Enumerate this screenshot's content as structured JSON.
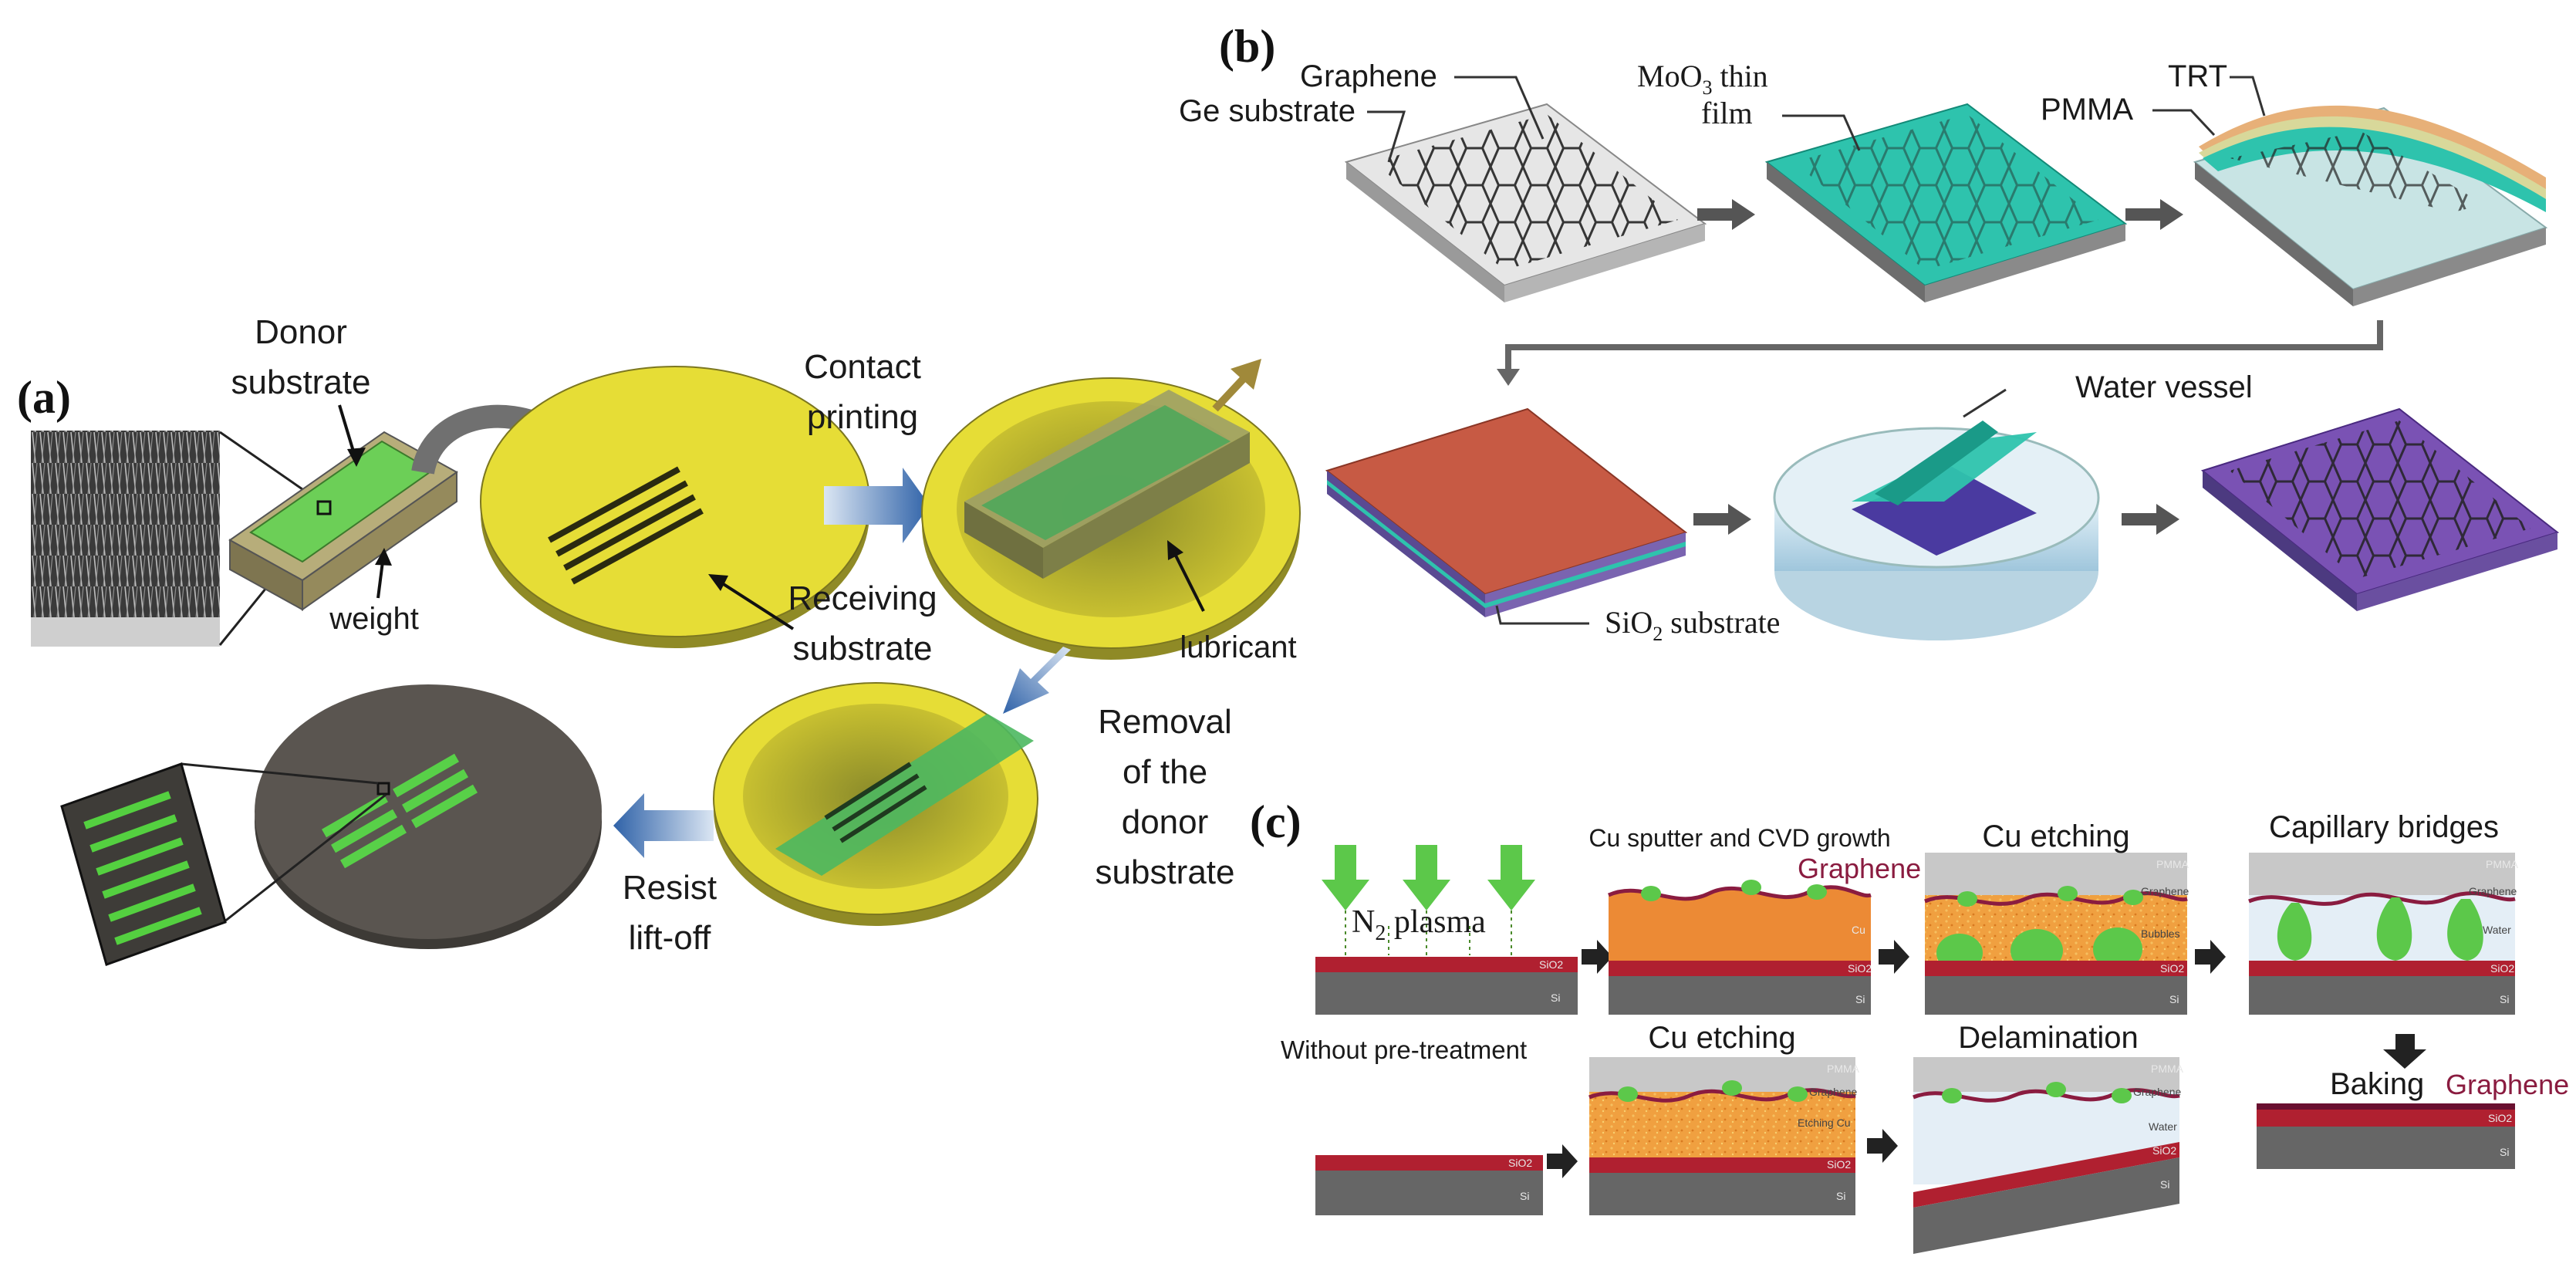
{
  "panel_a": {
    "tag": "(a)",
    "donor_substrate": [
      "Donor",
      "substrate"
    ],
    "weight": "weight",
    "contact_printing": [
      "Contact",
      "printing"
    ],
    "receiving_substrate": [
      "Receiving",
      "substrate"
    ],
    "lubricant": "lubricant",
    "removal": [
      "Removal",
      "of the",
      "donor",
      "substrate"
    ],
    "resist_liftoff": [
      "Resist",
      "lift-off"
    ]
  },
  "panel_b": {
    "tag": "(b)",
    "graphene": "Graphene",
    "ge_substrate": "Ge substrate",
    "moo3_main": "MoO",
    "moo3_sub": "3",
    "moo3_rest": " thin",
    "moo3_line2": "film",
    "trt": "TRT",
    "pmma": "PMMA",
    "water_vessel": "Water vessel",
    "sio2_main": "SiO",
    "sio2_sub": "2",
    "sio2_rest": " substrate"
  },
  "panel_c": {
    "tag": "(c)",
    "n2_main": "N",
    "n2_sub": "2",
    "n2_rest": " plasma",
    "cu_sputter": "Cu sputter and CVD growth",
    "graphene": "Graphene",
    "cu_etching": "Cu etching",
    "capillary": "Capillary bridges",
    "without": "Without pre-treatment",
    "delamination": "Delamination",
    "baking": "Baking",
    "tiny": {
      "sio2": "SiO2",
      "si": "Si",
      "cu": "Cu",
      "pmma": "PMMA",
      "graphene": "Graphene",
      "bubbles": "Bubbles",
      "water": "Water",
      "etching_cu": "Etching Cu"
    }
  },
  "colors": {
    "yellow": "#e4dc32",
    "green": "#4fc94f",
    "teal": "#2cc0b0",
    "purple": "#7a4fb0",
    "red_film": "#c0533a",
    "arrow_blue": "#3d6fb0",
    "copper": "#e98a3a",
    "sio2_red": "#b02030",
    "si_gray": "#666666"
  }
}
